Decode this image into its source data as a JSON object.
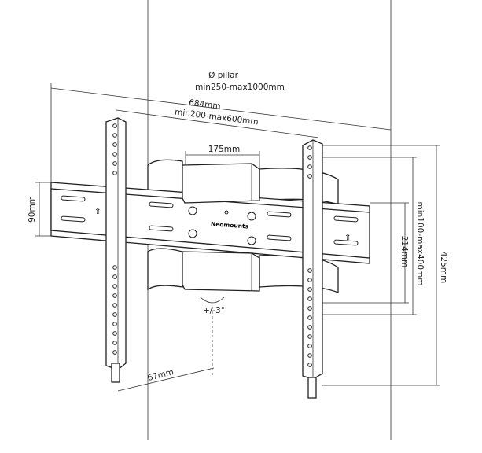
{
  "diagram": {
    "pillar_label": "Ø pillar",
    "pillar_range": "min250-max1000mm",
    "overall_width": "684mm",
    "arm_spacing": "min200-max600mm",
    "block_width": "175mm",
    "rail_height": "90mm",
    "inner_height": "214mm",
    "vertical_range": "min100-max400mm",
    "overall_height": "425mm",
    "depth": "67mm",
    "tilt": "+/-3°",
    "brand_logo": "Neomounts",
    "colors": {
      "line": "#222222",
      "background": "#ffffff"
    }
  }
}
